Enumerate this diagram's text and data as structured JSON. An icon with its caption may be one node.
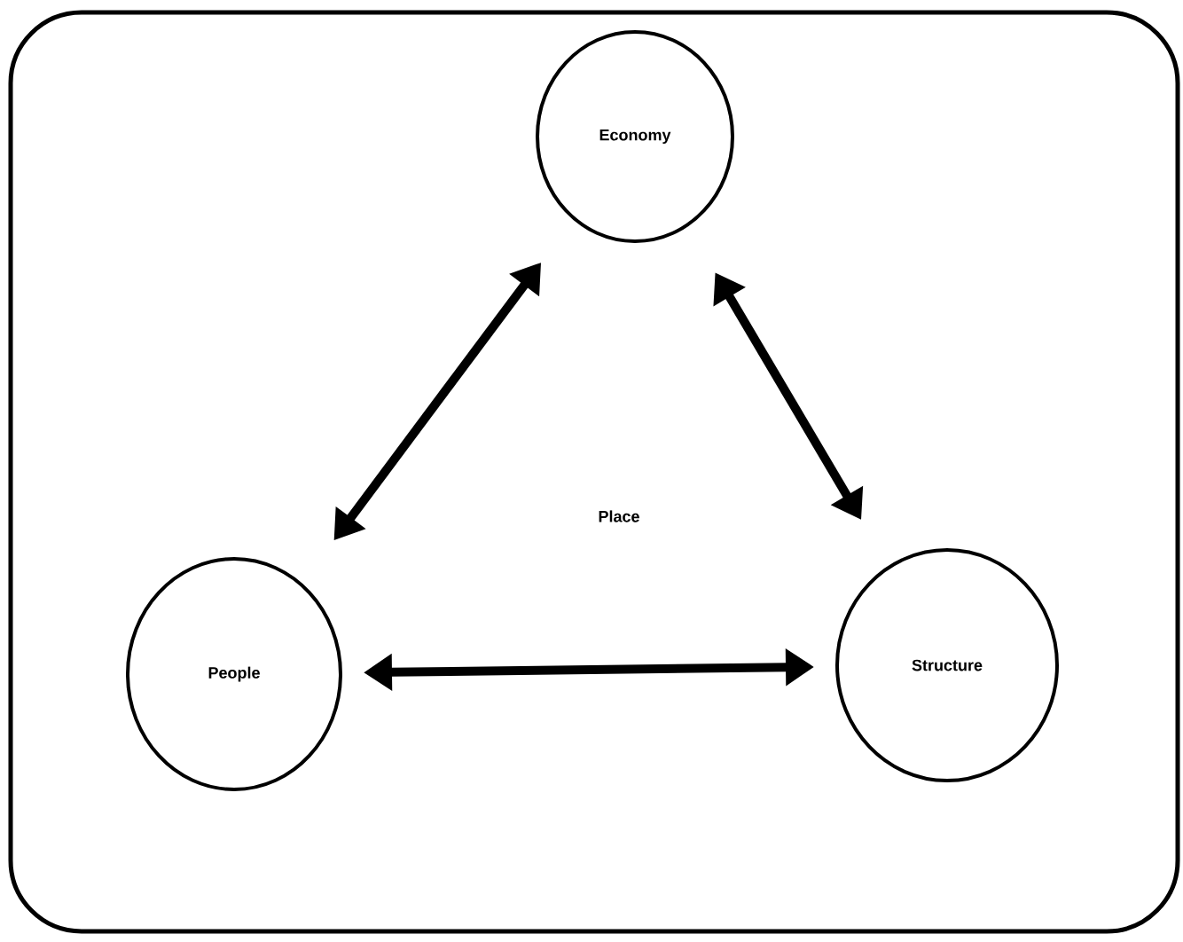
{
  "diagram": {
    "nodes": [
      {
        "text": [
          "Place"
        ]
      },
      {
        "text": [
          "Economy"
        ],
        "in": 0
      },
      {
        "text": [
          "People"
        ],
        "in": 0
      },
      {
        "text": [
          "Structure"
        ],
        "in": 0
      }
    ],
    "edges": [
      {
        "from": 1,
        "to": 2,
        "arrow": "both"
      },
      {
        "from": 1,
        "to": 3,
        "arrow": "both"
      },
      {
        "from": 2,
        "to": 3,
        "arrow": "both"
      }
    ]
  }
}
